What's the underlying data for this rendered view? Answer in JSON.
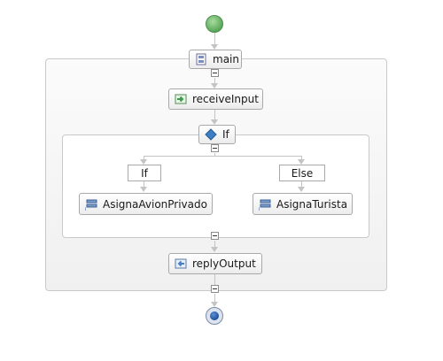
{
  "diagram": {
    "main_label": "main",
    "receive_label": "receiveInput",
    "if_label": "If",
    "branch_if_label": "If",
    "branch_else_label": "Else",
    "assign_private_label": "AsignaAvionPrivado",
    "assign_tourist_label": "AsignaTurista",
    "reply_label": "replyOutput"
  },
  "icons": {
    "sequence": "sequence-icon",
    "receive": "receive-icon",
    "if": "if-diamond-icon",
    "assign": "assign-icon",
    "reply": "reply-icon",
    "start": "start-event-icon",
    "end": "end-event-icon"
  },
  "colors": {
    "start": "#5aa85a",
    "end": "#1f4f9a",
    "if_diamond": "#3d7fc4",
    "receive_arrow": "#3a9a4a",
    "reply_arrow": "#4a7fc8"
  }
}
